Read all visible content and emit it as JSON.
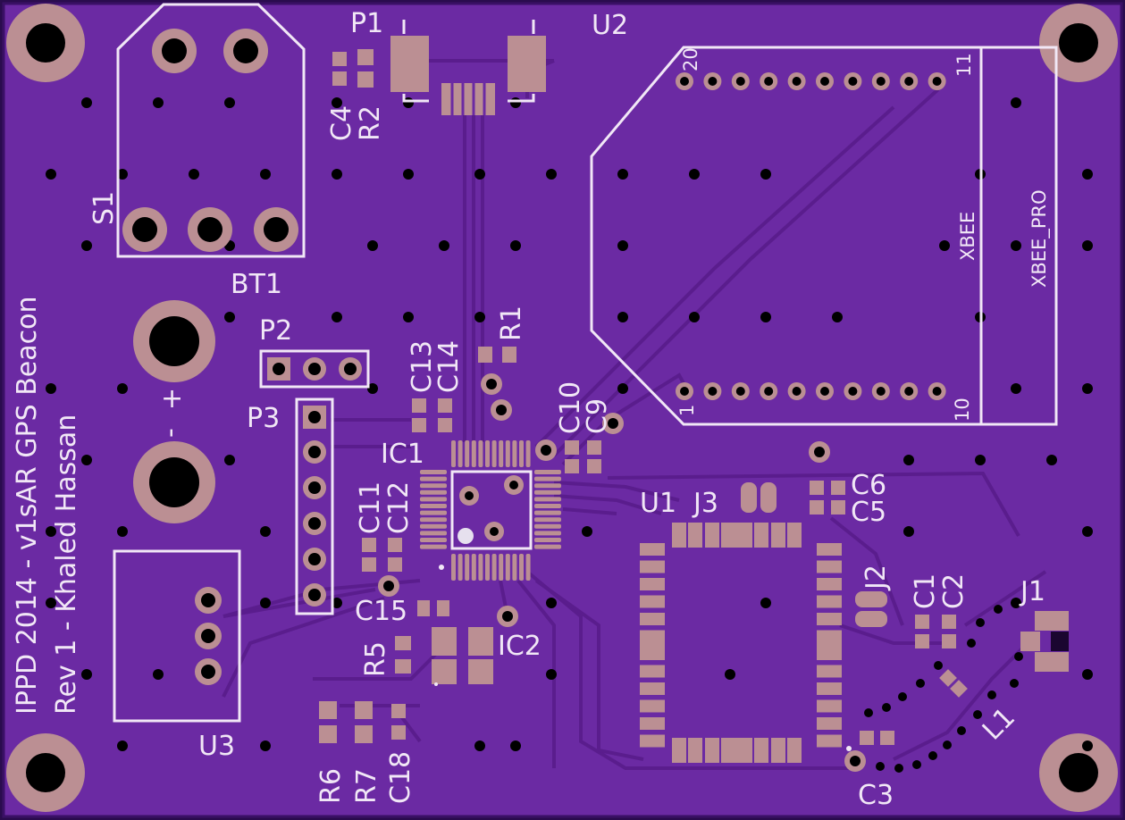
{
  "board": {
    "colors": {
      "background": "#2a0c4e",
      "board": "#6b2aa3",
      "trace": "#5d1f93",
      "silk": "#f1e7f6",
      "copper": "#bb8f93",
      "drill": "#000000"
    },
    "title_line": "IPPD 2014 - v1sAR GPS Beacon",
    "author_line": "Rev 1 - Khaled Hassan",
    "labels": {
      "p1": "P1",
      "u2": "U2",
      "c4": "C4",
      "r2": "R2",
      "s1": "S1",
      "bt1": "BT1",
      "p2": "P2",
      "p3": "P3",
      "r1": "R1",
      "c13": "C13",
      "c14": "C14",
      "c10": "C10",
      "c9": "C9",
      "ic1": "IC1",
      "c11": "C11",
      "c12": "C12",
      "c15": "C15",
      "r5": "R5",
      "ic2": "IC2",
      "u1": "U1",
      "j3": "J3",
      "c6": "C6",
      "c5": "C5",
      "j2": "J2",
      "c1": "C1",
      "c2": "C2",
      "j1": "J1",
      "l1": "L1",
      "c3": "C3",
      "u3": "U3",
      "r6": "R6",
      "r7": "R7",
      "c18": "C18",
      "xbee": "XBEE",
      "xbee_pro": "XBEE_PRO",
      "pin_20": "20",
      "pin_11": "11",
      "pin_1": "1",
      "pin_10": "10",
      "plus": "+",
      "minus": "-"
    }
  }
}
